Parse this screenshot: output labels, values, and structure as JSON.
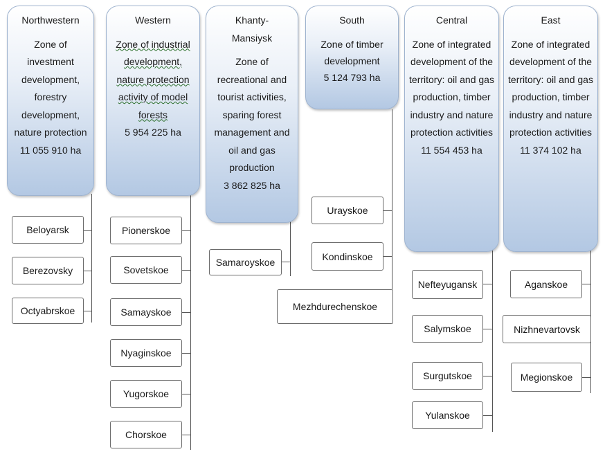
{
  "zones": [
    {
      "name": "Northwestern",
      "description": "Zone of investment development, forestry development, nature protection",
      "area": "11 055 910 ha",
      "districts": [
        "Beloyarsk",
        "Berezovsky",
        "Octyabrskoe"
      ]
    },
    {
      "name": "Western",
      "description": "Zone of industrial development, nature protection activity of model forests",
      "area": "5 954 225 ha",
      "districts": [
        "Pionerskoe",
        "Sovetskoe",
        "Samayskoe",
        "Nyaginskoe",
        "Yugorskoe",
        "Chorskoe"
      ]
    },
    {
      "name": "Khanty-Mansiysk",
      "description": "Zone of recreational and tourist activities, sparing forest management and oil and gas production",
      "area": "3 862 825 ha",
      "districts": [
        "Samaroyskoe"
      ]
    },
    {
      "name": "South",
      "description": "Zone of timber development",
      "area": "5 124 793 ha",
      "districts": [
        "Urayskoe",
        "Kondinskoe",
        "Mezhdurechenskoe"
      ]
    },
    {
      "name": "Central",
      "description": "Zone of integrated development of the territory: oil and gas production, timber industry and nature protection activities",
      "area": "11 554 453 ha",
      "districts": [
        "Nefteyugansk",
        "Salymskoe",
        "Surgutskoe",
        "Yulanskoe"
      ]
    },
    {
      "name": "East",
      "description": "Zone of integrated development of the territory: oil and gas production, timber industry and nature protection activities",
      "area": "11 374 102 ha",
      "districts": [
        "Aganskoe",
        "Nizhnevartovsk",
        "Megionskoe"
      ]
    }
  ],
  "colors": {
    "zone_fill_top": "#ffffff",
    "zone_fill_bottom": "#b3c8e3",
    "zone_border": "#9eb3cf",
    "district_border": "#6b6b6b",
    "connector": "#555555"
  }
}
